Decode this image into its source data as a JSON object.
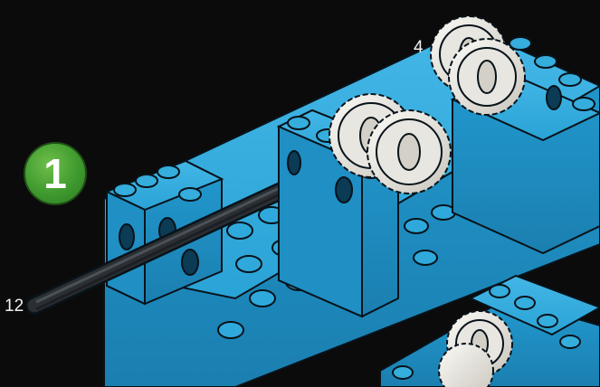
{
  "step": {
    "number": "1"
  },
  "callouts": {
    "gear_count": "4",
    "axle_length": "12"
  },
  "colors": {
    "background": "#0b0b0b",
    "brick": "#2aa3d6",
    "brick_dark": "#1b7fb0",
    "gear": "#e8e6e0",
    "axle": "#2b2f33",
    "badge": "#3f9a2e"
  },
  "icons": [
    "lego-brick-with-holes-icon",
    "lego-plate-icon",
    "gear-icon",
    "axle-icon"
  ]
}
